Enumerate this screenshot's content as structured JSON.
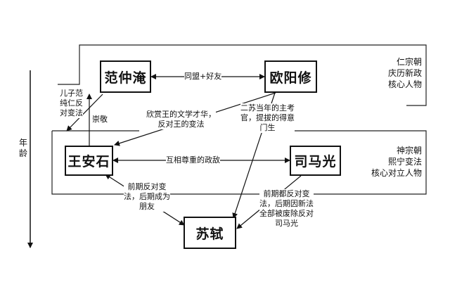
{
  "nodes": {
    "fan_zhongyan": "范仲淹",
    "ouyang_xiu": "欧阳修",
    "wang_anshi": "王安石",
    "sima_guang": "司马光",
    "su_shi": "苏轼"
  },
  "edge_labels": {
    "fan_ouyang": "同盟+好友",
    "wang_sima": "互相尊重的政敌",
    "respect": "崇敬",
    "son_fan": "儿子范\n纯仁反\n对变法",
    "ouyang_wang": "欣赏王的文学才华，\n反对王的变法",
    "ouyang_su": "二苏当年的主考\n官，提拔的得意\n门生",
    "wang_su": "前期反对变\n法，后期成为\n朋友",
    "sima_su": "前期都反对变\n法，后期因新法\n全部被废除反对\n司马光"
  },
  "groups": {
    "renzong": "仁宗朝\n庆历新政\n核心人物",
    "shenzong": "神宗朝\n熙宁变法\n核心对立人物"
  },
  "axis": {
    "label": "年龄"
  }
}
